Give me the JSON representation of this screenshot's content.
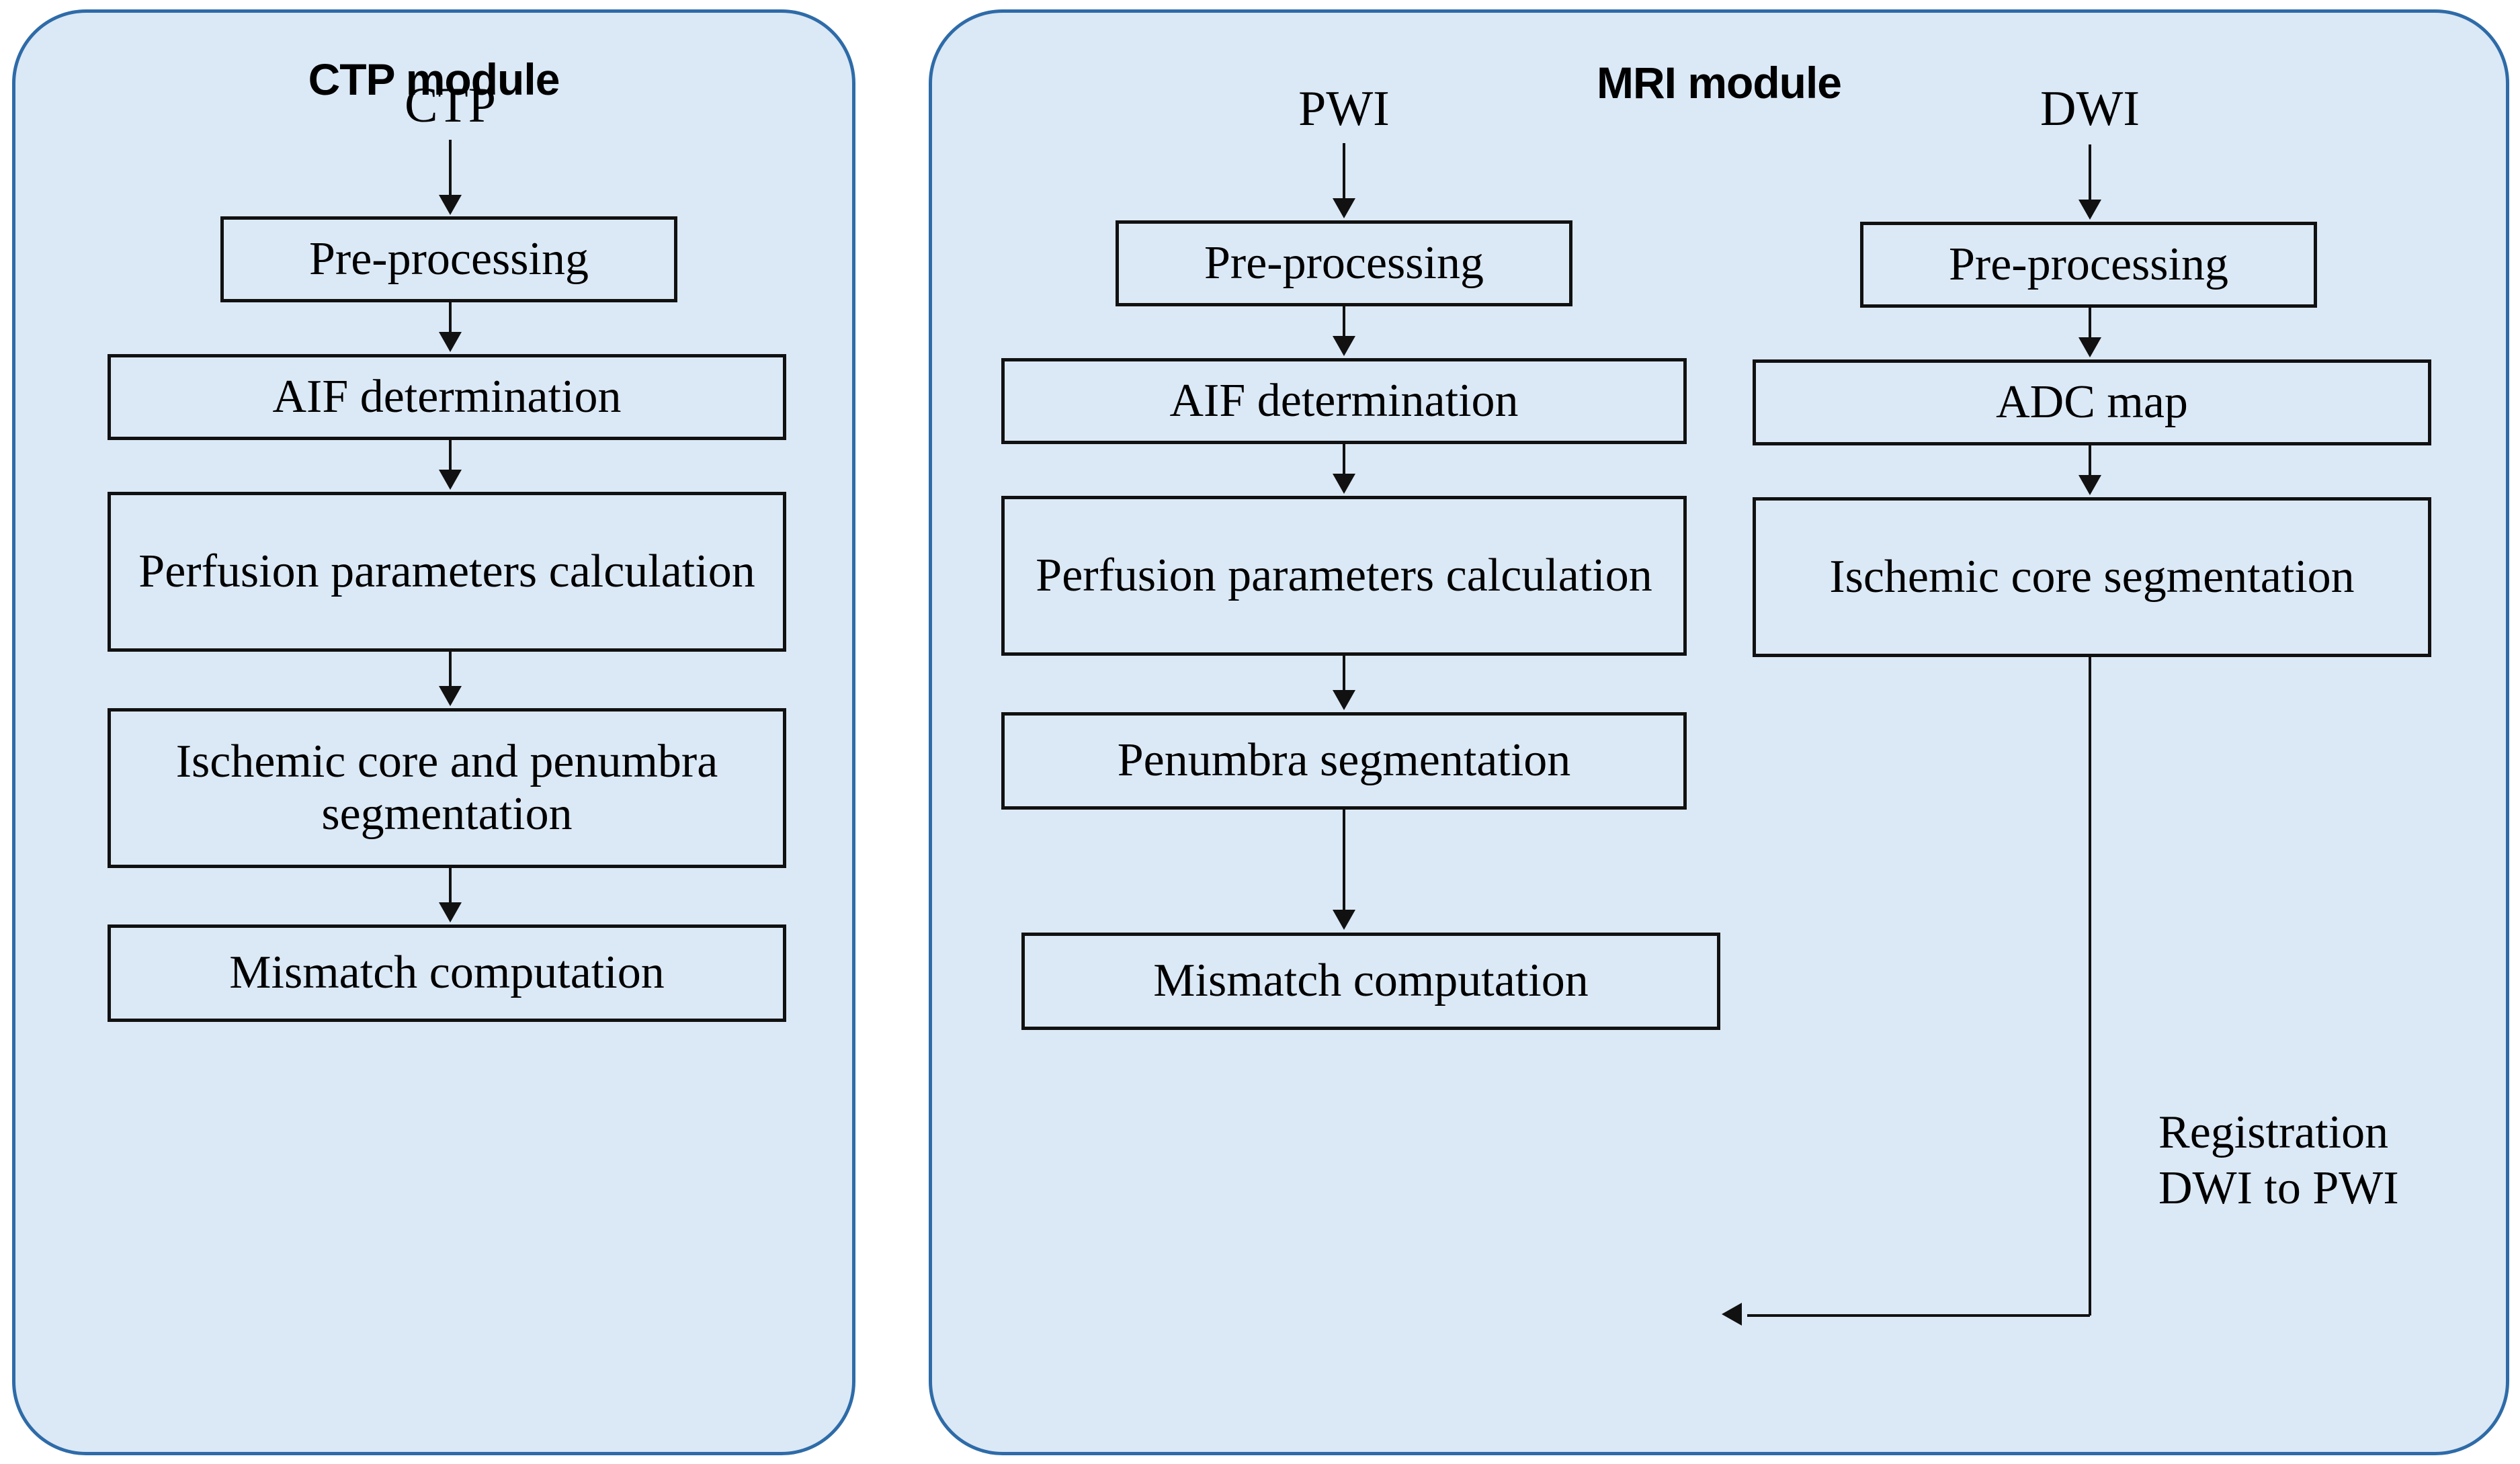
{
  "figure": {
    "type": "flowchart",
    "description": "Two-panel processing pipeline diagram: CTP module and MRI module",
    "panel_fill": "#dbe8f5",
    "panel_border": "#2e6ba8",
    "node_border": "#111111",
    "text_color": "#000000"
  },
  "ctp_module": {
    "title": "CTP module",
    "source": "CTP",
    "steps": [
      {
        "label": "Pre-processing"
      },
      {
        "label": "AIF determination"
      },
      {
        "label": "Perfusion parameters calculation"
      },
      {
        "label": "Ischemic core and penumbra segmentation"
      },
      {
        "label": "Mismatch computation"
      }
    ]
  },
  "mri_module": {
    "title": "MRI module",
    "pwi_branch": {
      "source": "PWI",
      "steps": [
        {
          "label": "Pre-processing"
        },
        {
          "label": "AIF determination"
        },
        {
          "label": "Perfusion parameters calculation"
        },
        {
          "label": "Penumbra segmentation"
        },
        {
          "label": "Mismatch computation"
        }
      ]
    },
    "dwi_branch": {
      "source": "DWI",
      "steps": [
        {
          "label": "Pre-processing"
        },
        {
          "label": "ADC map"
        },
        {
          "label": "Ischemic core segmentation"
        }
      ],
      "connector_label_line1": "Registration",
      "connector_label_line2": "DWI to PWI"
    }
  }
}
